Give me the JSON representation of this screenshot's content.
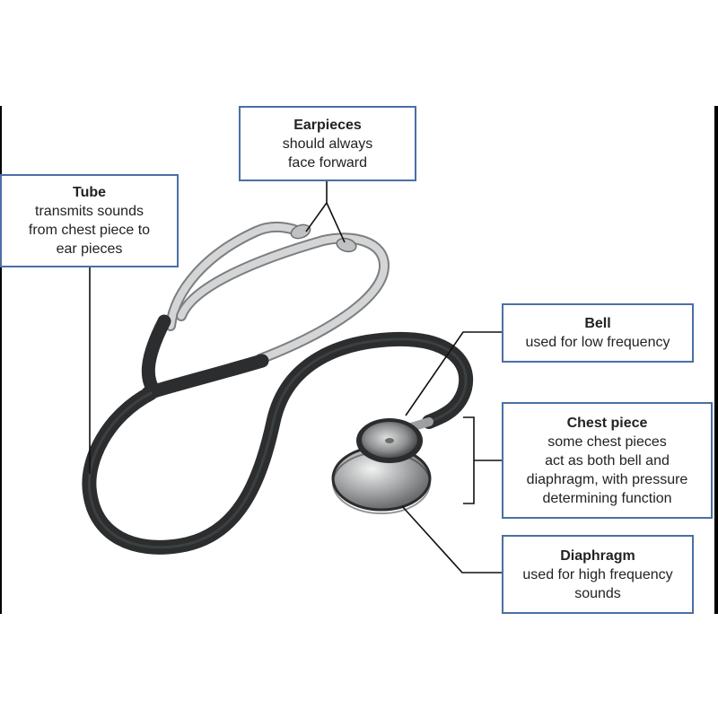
{
  "labels": {
    "earpieces": {
      "title": "Earpieces",
      "desc": "should always\nface forward"
    },
    "tube": {
      "title": "Tube",
      "desc": "transmits sounds\nfrom chest piece to\near pieces"
    },
    "bell": {
      "title": "Bell",
      "desc": "used for low frequency"
    },
    "chest_piece": {
      "title": "Chest piece",
      "desc": "some chest pieces\nact as both bell and\ndiaphragm, with pressure\ndetermining function"
    },
    "diaphragm": {
      "title": "Diaphragm",
      "desc": "used for high frequency\nsounds"
    }
  },
  "colors": {
    "box_border": "#4a6fa5",
    "tubing": "#2b2d2f",
    "metal": "#c9cbcc",
    "leader": "#111111"
  }
}
